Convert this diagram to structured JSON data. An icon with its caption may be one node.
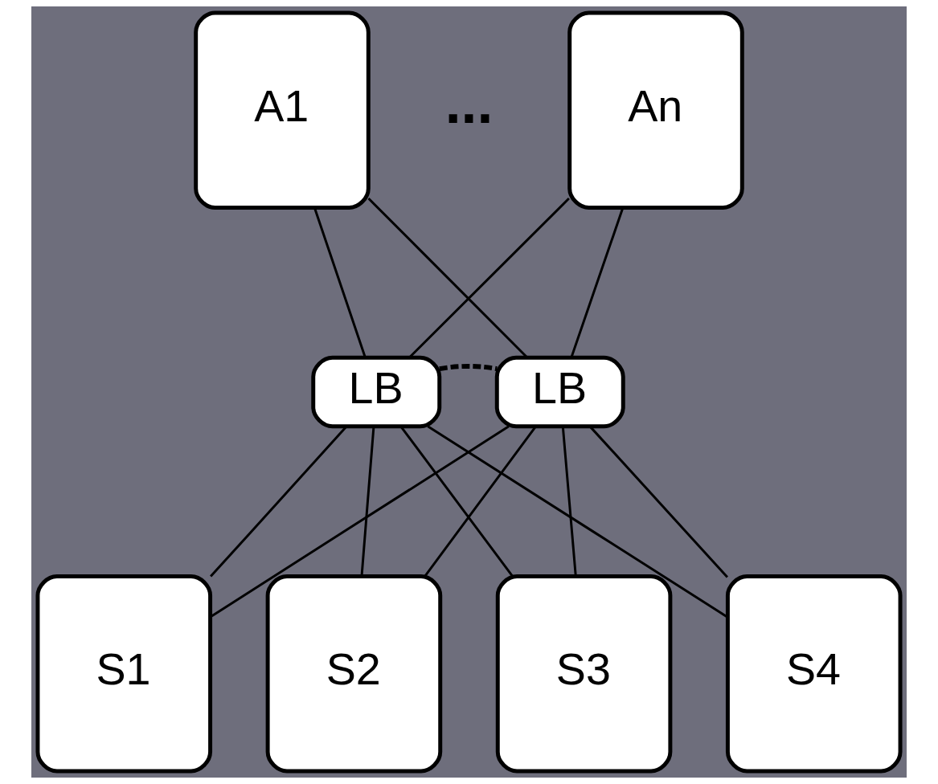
{
  "diagram": {
    "nodes": [
      {
        "text": [
          "A1"
        ]
      },
      {
        "text": [
          "An"
        ]
      },
      {
        "text": [
          "LB"
        ]
      },
      {
        "text": [
          "LB"
        ]
      },
      {
        "text": [
          "S1"
        ]
      },
      {
        "text": [
          "S2"
        ]
      },
      {
        "text": [
          "S3"
        ]
      },
      {
        "text": [
          "S4"
        ]
      }
    ],
    "edges": [
      {
        "from": 0,
        "to": 2,
        "arrow": "none"
      },
      {
        "from": 0,
        "to": 3,
        "arrow": "none"
      },
      {
        "from": 1,
        "to": 2,
        "arrow": "none"
      },
      {
        "from": 1,
        "to": 3,
        "arrow": "none"
      },
      {
        "from": 2,
        "to": 3,
        "arrow": "none",
        "style": "dashed"
      },
      {
        "from": 2,
        "to": 4,
        "arrow": "none"
      },
      {
        "from": 2,
        "to": 5,
        "arrow": "none"
      },
      {
        "from": 2,
        "to": 6,
        "arrow": "none"
      },
      {
        "from": 2,
        "to": 7,
        "arrow": "none"
      },
      {
        "from": 3,
        "to": 4,
        "arrow": "none"
      },
      {
        "from": 3,
        "to": 5,
        "arrow": "none"
      },
      {
        "from": 3,
        "to": 6,
        "arrow": "none"
      },
      {
        "from": 3,
        "to": 7,
        "arrow": "none"
      }
    ],
    "labels": [
      "..."
    ]
  }
}
